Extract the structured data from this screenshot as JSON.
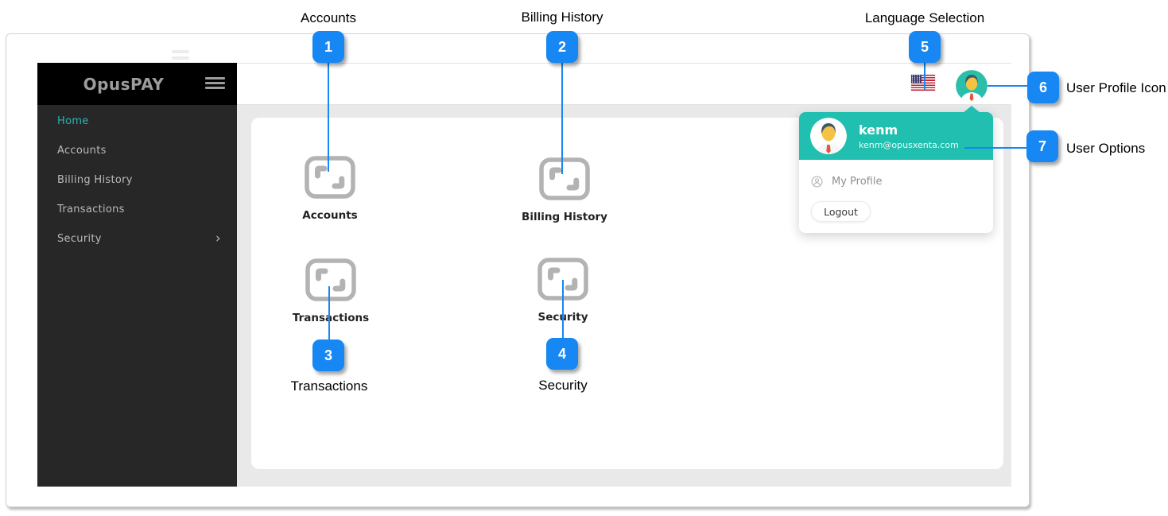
{
  "callouts": [
    {
      "num": "1",
      "label": "Accounts"
    },
    {
      "num": "2",
      "label": "Billing History"
    },
    {
      "num": "3",
      "label": "Transactions"
    },
    {
      "num": "4",
      "label": "Security"
    },
    {
      "num": "5",
      "label": "Language Selection"
    },
    {
      "num": "6",
      "label": "User Profile Icon"
    },
    {
      "num": "7",
      "label": "User Options"
    }
  ],
  "app": {
    "sidebar": {
      "brand": "OpusPAY",
      "items": [
        {
          "label": "Home",
          "active": true
        },
        {
          "label": "Accounts",
          "active": false
        },
        {
          "label": "Billing History",
          "active": false
        },
        {
          "label": "Transactions",
          "active": false
        },
        {
          "label": "Security",
          "active": false,
          "has_submenu": true
        }
      ]
    },
    "topbar": {
      "language_flag_icon": "us-flag-icon",
      "user_avatar_icon": "user-avatar-icon"
    },
    "tiles": [
      {
        "label": "Accounts",
        "icon": "placeholder-tile-icon"
      },
      {
        "label": "Billing History",
        "icon": "placeholder-tile-icon"
      },
      {
        "label": "Transactions",
        "icon": "placeholder-tile-icon"
      },
      {
        "label": "Security",
        "icon": "placeholder-tile-icon"
      }
    ],
    "user_menu": {
      "name": "kenm",
      "email": "kenm@opusxenta.com",
      "profile_label": "My Profile",
      "logout_label": "Logout"
    }
  },
  "colors": {
    "callout_accent": "#1787F3",
    "teal_header": "#20BFAF",
    "avatar_teal": "#2BBFAB",
    "sidebar_bg": "#272727",
    "sidebar_header_bg": "#000000",
    "sidebar_active_text": "#2AB5B5",
    "main_bg": "#E9E9E9"
  }
}
